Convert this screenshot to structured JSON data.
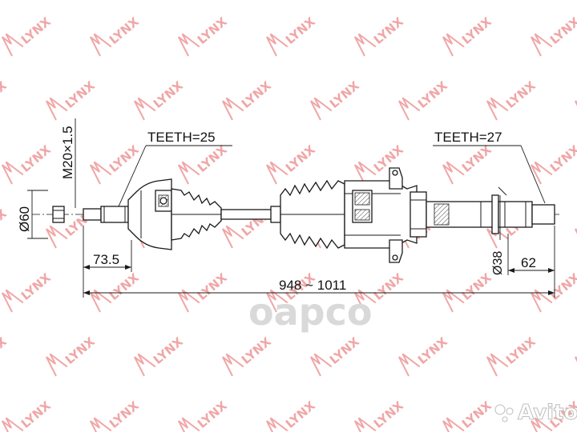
{
  "watermark": {
    "brand": "LYNX"
  },
  "labels": {
    "teeth_left": "TEETH=25",
    "teeth_right": "TEETH=27",
    "thread": "M20×1.5",
    "dia_60": "Ø60",
    "len_73_5": "73.5",
    "total_length": "948 ~ 1011",
    "dia_38": "Ø38",
    "len_62": "62"
  },
  "overlay": {
    "center_brand": "оарсо",
    "avito": "Avito"
  },
  "colors": {
    "watermark": "#f0a6a6",
    "lines": "#1a1a1a",
    "brand_gray": "#d9d9d9"
  }
}
